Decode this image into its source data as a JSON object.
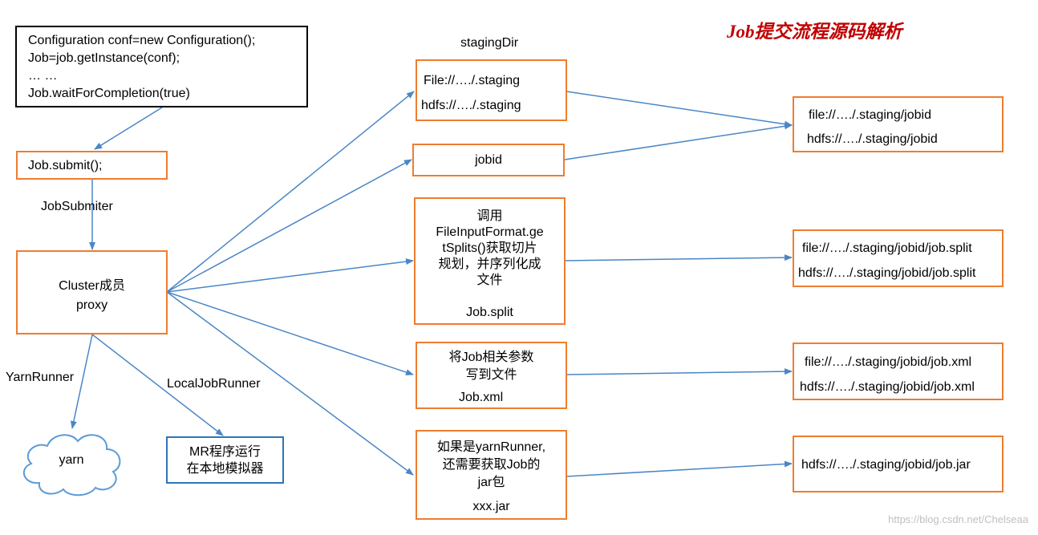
{
  "title": "Job提交流程源码解析",
  "code_box": {
    "lines": [
      "Configuration conf=new Configuration();",
      "Job=job.getInstance(conf);",
      "… …",
      "Job.waitForCompletion(true)"
    ]
  },
  "submit_box": {
    "label": "Job.submit();"
  },
  "labels": {
    "job_submiter": "JobSubmiter",
    "yarn_runner": "YarnRunner",
    "local_job_runner": "LocalJobRunner",
    "staging_dir": "stagingDir"
  },
  "cluster_box": {
    "line1": "Cluster成员",
    "line2": "proxy"
  },
  "yarn_cloud": {
    "label": "yarn"
  },
  "local_box": {
    "line1": "MR程序运行",
    "line2": "在本地模拟器"
  },
  "staging_box": {
    "line1": "File://…./.staging",
    "line2": "hdfs://…./.staging"
  },
  "jobid_box": {
    "label": "jobid"
  },
  "split_box": {
    "lines": [
      "调用",
      "FileInputFormat.ge",
      "tSplits()获取切片",
      "规划，并序列化成",
      "文件"
    ],
    "file": "Job.split"
  },
  "xml_box": {
    "lines": [
      "将Job相关参数",
      "写到文件"
    ],
    "file": "Job.xml"
  },
  "jar_box": {
    "lines": [
      "如果是yarnRunner,",
      "还需要获取Job的",
      "jar包"
    ],
    "file": "xxx.jar"
  },
  "result_jobid": {
    "line1": "file://…./.staging/jobid",
    "line2": "hdfs://…./.staging/jobid"
  },
  "result_split": {
    "line1": "file://…./.staging/jobid/job.split",
    "line2": "hdfs://…./.staging/jobid/job.split"
  },
  "result_xml": {
    "line1": "file://…./.staging/jobid/job.xml",
    "line2": "hdfs://…./.staging/jobid/job.xml"
  },
  "result_jar": {
    "line1": "hdfs://…./.staging/jobid/job.jar"
  },
  "watermark": "https://blog.csdn.net/Chelseaa",
  "colors": {
    "box_border": "#ED7D31",
    "arrow": "#4A86C5",
    "title": "#C00000",
    "local_border": "#2E75B6"
  }
}
